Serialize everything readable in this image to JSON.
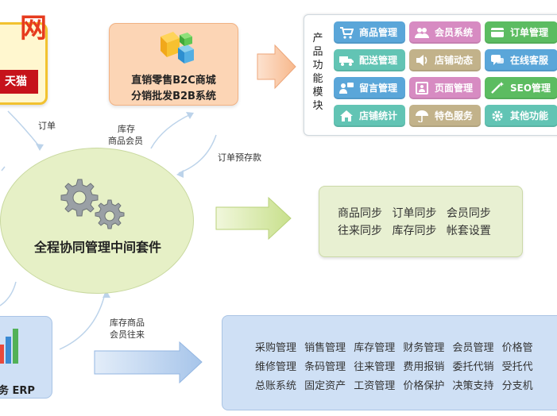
{
  "top_left_shop": {
    "logo_text": "网",
    "tmall_text": "天猫"
  },
  "b2c_card": {
    "line1": "直销零售B2C商城",
    "line2": "分销批发B2B系统"
  },
  "flow_labels": {
    "order": "订单",
    "stock_line1": "库存",
    "stock_line2": "商品会员",
    "order_deposit": "订单预存款",
    "erp_line1": "库存商品",
    "erp_line2": "会员往来"
  },
  "module_panel": {
    "title": "产品功能模块",
    "modules": [
      {
        "label": "商品管理",
        "color": "#5aa6d9",
        "icon": "cart-icon"
      },
      {
        "label": "会员系统",
        "color": "#d78bc2",
        "icon": "users-icon"
      },
      {
        "label": "订单管理",
        "color": "#5cbc61",
        "icon": "card-icon"
      },
      {
        "label": "配送管理",
        "color": "#62c4b4",
        "icon": "truck-icon"
      },
      {
        "label": "店铺动态",
        "color": "#c2b28a",
        "icon": "speaker-icon"
      },
      {
        "label": "在线客服",
        "color": "#5aa6d9",
        "icon": "chat-icon"
      },
      {
        "label": "留言管理",
        "color": "#5aa6d9",
        "icon": "message-icon"
      },
      {
        "label": "页面管理",
        "color": "#d78bc2",
        "icon": "page-icon"
      },
      {
        "label": "SEO管理",
        "color": "#5cbc61",
        "icon": "wand-icon"
      },
      {
        "label": "店铺统计",
        "color": "#62c4b4",
        "icon": "home-icon"
      },
      {
        "label": "特色服务",
        "color": "#c2b28a",
        "icon": "umbrella-icon"
      },
      {
        "label": "其他功能",
        "color": "#62c4b4",
        "icon": "gear-icon"
      }
    ]
  },
  "center": {
    "title": "全程协同管理中间套件"
  },
  "sync": {
    "row1": "商品同步 订单同步 会员同步",
    "row2": "往来同步 库存同步 帐套设置"
  },
  "erp_card": {
    "label": "务 ERP"
  },
  "erp_modules": {
    "row1": "采购管理 销售管理 库存管理 财务管理 会员管理 价格管",
    "row2": "维修管理 条码管理 往来管理 费用报销 委托代销 受托代",
    "row3": "总账系统 固定资产 工资管理 价格保护 决策支持 分支机"
  }
}
